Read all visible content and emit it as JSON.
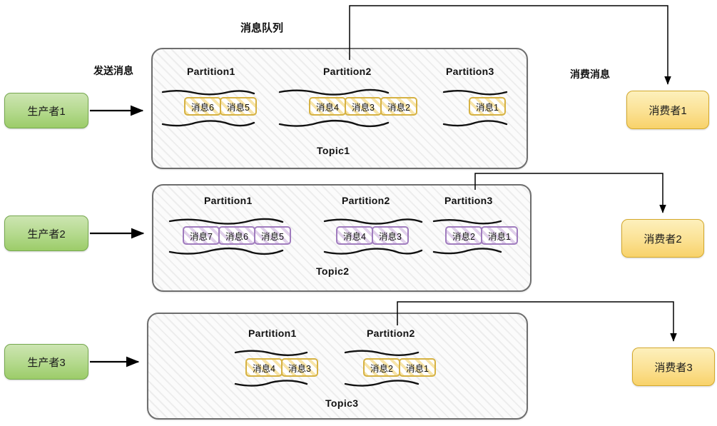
{
  "diagram": {
    "title": "消息队列",
    "send_label": "发送消息",
    "consume_label": "消费消息",
    "colors": {
      "producer_fill": "#b3d98c",
      "producer_border": "#76a84f",
      "consumer_fill": "#fbe193",
      "consumer_border": "#d4a92c",
      "topic_border": "#6e6e6e",
      "msg_yellow_border": "#d6b243",
      "msg_purple_border": "#a07cbe",
      "arrow": "#000000"
    }
  },
  "producers": [
    {
      "label": "生产者1"
    },
    {
      "label": "生产者2"
    },
    {
      "label": "生产者3"
    }
  ],
  "consumers": [
    {
      "label": "消费者1"
    },
    {
      "label": "消费者2"
    },
    {
      "label": "消费者3"
    }
  ],
  "topics": [
    {
      "name": "Topic1",
      "msg_style": "yellow",
      "partitions": [
        {
          "name": "Partition1",
          "messages": [
            "消息6",
            "消息5"
          ]
        },
        {
          "name": "Partition2",
          "messages": [
            "消息4",
            "消息3",
            "消息2"
          ]
        },
        {
          "name": "Partition3",
          "messages": [
            "消息1"
          ]
        }
      ]
    },
    {
      "name": "Topic2",
      "msg_style": "purple",
      "partitions": [
        {
          "name": "Partition1",
          "messages": [
            "消息7",
            "消息6",
            "消息5"
          ]
        },
        {
          "name": "Partition2",
          "messages": [
            "消息4",
            "消息3"
          ]
        },
        {
          "name": "Partition3",
          "messages": [
            "消息2",
            "消息1"
          ]
        }
      ]
    },
    {
      "name": "Topic3",
      "msg_style": "yellow",
      "partitions": [
        {
          "name": "Partition1",
          "messages": [
            "消息4",
            "消息3"
          ]
        },
        {
          "name": "Partition2",
          "messages": [
            "消息2",
            "消息1"
          ]
        }
      ]
    }
  ]
}
